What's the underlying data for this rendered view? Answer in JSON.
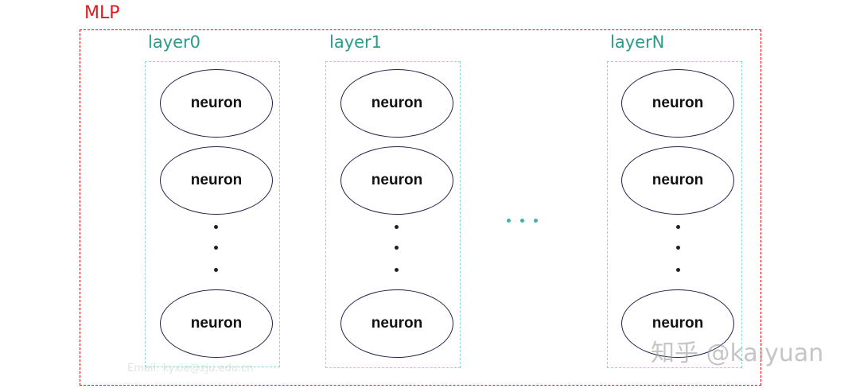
{
  "diagram": {
    "title": "MLP",
    "layers": [
      {
        "label": "layer0",
        "neurons": [
          "neuron",
          "neuron",
          "neuron"
        ]
      },
      {
        "label": "layer1",
        "neurons": [
          "neuron",
          "neuron",
          "neuron"
        ]
      },
      {
        "label": "layerN",
        "neurons": [
          "neuron",
          "neuron",
          "neuron"
        ]
      }
    ],
    "between_layers_ellipsis": "horizontal-dots",
    "within_layer_ellipsis": "vertical-dots",
    "colors": {
      "mlp_border": "#e0191d",
      "layer_label": "#2c9a8a",
      "layer_border": "#8fd8cc",
      "neuron_border": "#1f1f4a"
    }
  },
  "watermark": {
    "text": "知乎 @kaiyuan"
  },
  "email": {
    "text": "Email: kyxie@zju.edu.cn"
  }
}
